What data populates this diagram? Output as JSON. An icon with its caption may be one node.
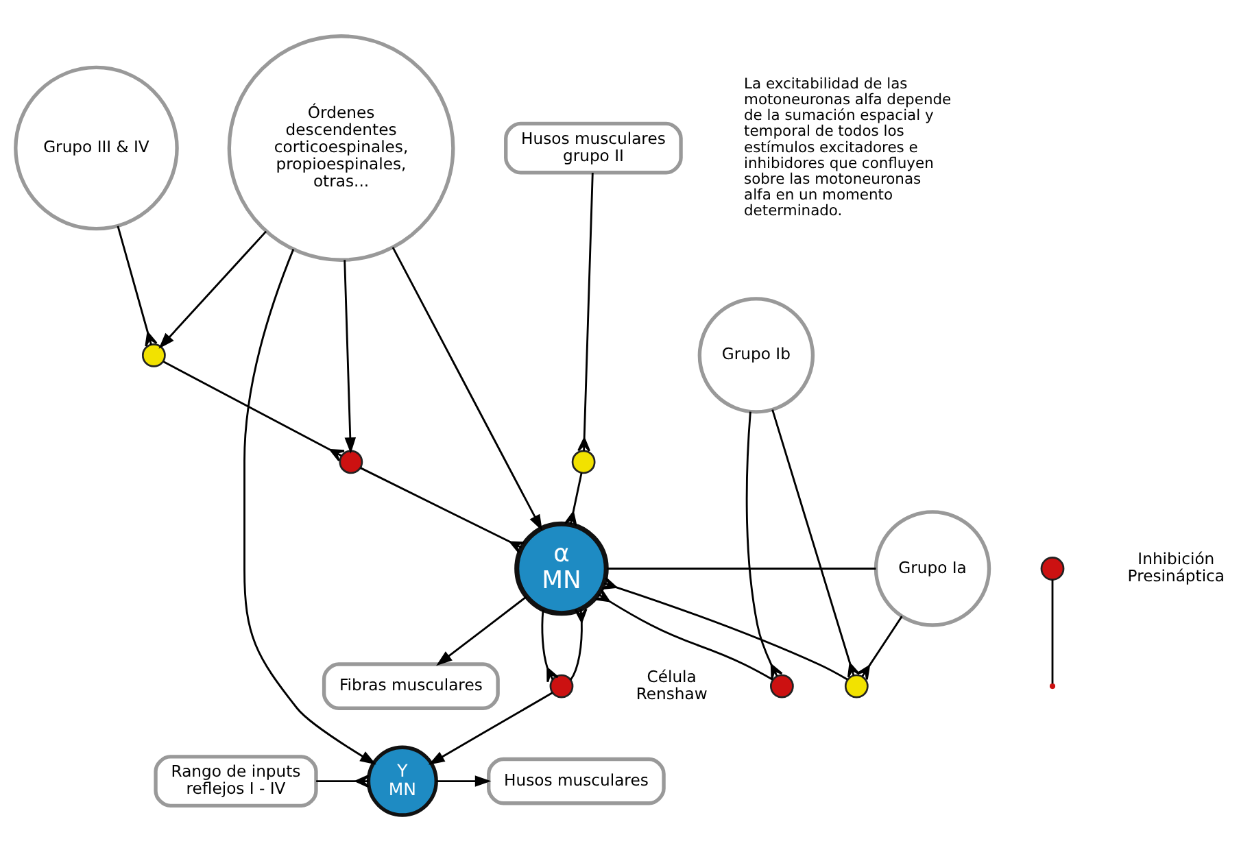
{
  "diagram": {
    "nodes": [
      {
        "text": [
          "Husos musculares grupo II"
        ]
      },
      {
        "text": [
          "Grupo III & IV"
        ]
      },
      {
        "text": [
          "Órdenes descendentes corticoespinales, propioespinales, otras..."
        ]
      },
      {
        "text": [
          "Grupo Ib"
        ]
      },
      {
        "text": [
          "Grupo Ia"
        ]
      },
      {
        "text": [
          "α",
          "MN"
        ]
      },
      {
        "text": [
          "Fibras musculares"
        ]
      },
      {
        "text": [
          "Rango de inputs reflejos I - IV"
        ]
      },
      {
        "text": [
          "Υ",
          "MN"
        ]
      },
      {
        "text": [
          "Husos musculares"
        ]
      },
      {
        "text": [],
        "shape": "circle"
      },
      {
        "text": [],
        "shape": "circle"
      },
      {
        "text": [],
        "shape": "circle"
      },
      {
        "text": [],
        "shape": "circle"
      },
      {
        "text": [],
        "shape": "circle"
      },
      {
        "text": [],
        "shape": "circle",
        "beside": [
          "Inhibición Presináptica"
        ]
      },
      {
        "text": [],
        "shape": "circle",
        "beside": [
          "Célula Renshaw"
        ]
      }
    ],
    "edges": [
      {
        "from": 1,
        "to": 10,
        "arrow": "other"
      },
      {
        "from": 2,
        "to": 10,
        "arrow": "to"
      },
      {
        "from": 10,
        "to": 11,
        "arrow": "other"
      },
      {
        "from": 2,
        "to": 11,
        "arrow": "to"
      },
      {
        "from": 11,
        "to": 5,
        "arrow": "other"
      },
      {
        "from": 0,
        "to": 12,
        "arrow": "other"
      },
      {
        "from": 12,
        "to": 5,
        "arrow": "other"
      },
      {
        "from": 3,
        "to": 13,
        "arrow": "other"
      },
      {
        "from": 13,
        "to": 5,
        "arrow": "other"
      },
      {
        "from": 3,
        "to": 14,
        "arrow": "other"
      },
      {
        "from": 14,
        "to": 5,
        "arrow": "other"
      },
      {
        "from": 4,
        "to": 14,
        "arrow": "other"
      },
      {
        "from": 4,
        "to": 5,
        "arrow": "none"
      },
      {
        "from": 15,
        "to": null,
        "arrow": "none"
      },
      {
        "from": 2,
        "to": 5,
        "arrow": "to"
      },
      {
        "from": 2,
        "to": 8,
        "arrow": "to"
      },
      {
        "from": 5,
        "to": 6,
        "arrow": "to"
      },
      {
        "from": 5,
        "to": 16,
        "arrow": "other"
      },
      {
        "from": 16,
        "to": 5,
        "arrow": "other"
      },
      {
        "from": 16,
        "to": 8,
        "arrow": "to"
      },
      {
        "from": 7,
        "to": 8,
        "arrow": "other"
      },
      {
        "from": 8,
        "to": 9,
        "arrow": "to"
      }
    ],
    "labels": [
      "La excitabilidad de las motoneuronas alfa depende de la sumación espacial y temporal de todos los estímulos excitadores e inhibidores que confluyen sobre las motoneuronas alfa en un momento determinado."
    ]
  }
}
